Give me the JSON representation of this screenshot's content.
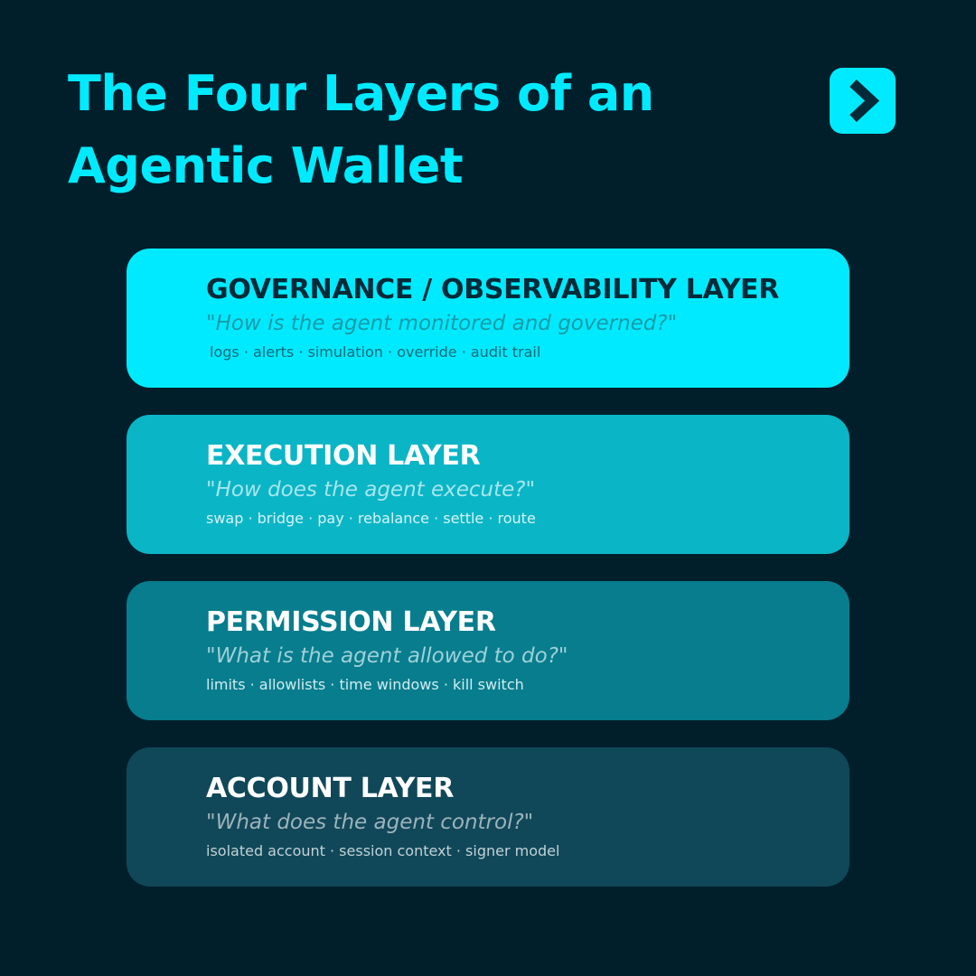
{
  "header": {
    "title_line1": "The Four Layers of an",
    "title_line2": "Agentic Wallet",
    "next_icon": "chevron-right-icon"
  },
  "layers": [
    {
      "name": "GOVERNANCE / OBSERVABILITY LAYER",
      "question": "\"How is the agent monitored and governed?\"",
      "tags": "logs · alerts · simulation · override · audit trail",
      "color": "#00eaff"
    },
    {
      "name": "EXECUTION LAYER",
      "question": "\"How does the agent execute?\"",
      "tags": "swap · bridge · pay · rebalance · settle · route",
      "color": "#0ab5c6"
    },
    {
      "name": "PERMISSION LAYER",
      "question": "\"What is the agent allowed to do?\"",
      "tags": "limits · allowlists · time windows · kill switch",
      "color": "#077d8d"
    },
    {
      "name": "ACCOUNT LAYER",
      "question": "\"What does the agent control?\"",
      "tags": "isolated account · session context · signer model",
      "color": "#104859"
    }
  ],
  "colors": {
    "background": "#001f2b",
    "accent": "#00eaff"
  }
}
